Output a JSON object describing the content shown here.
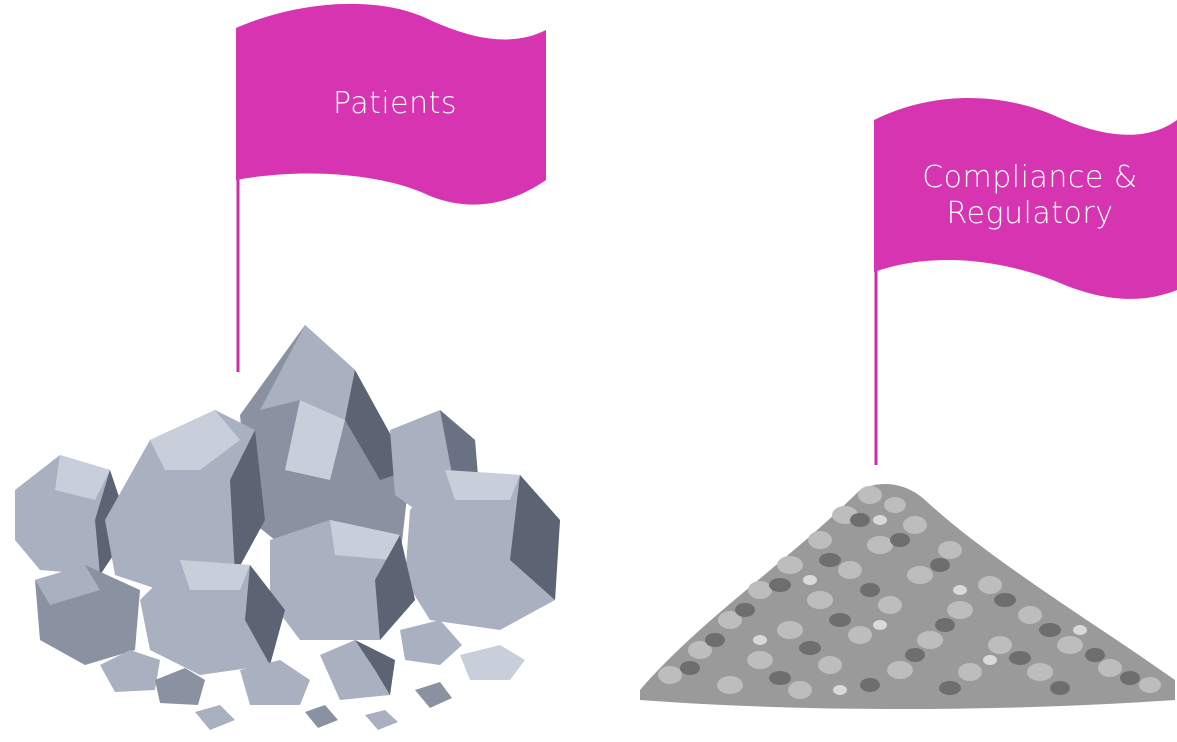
{
  "flags": {
    "left": {
      "label": "Patients"
    },
    "right": {
      "line1": "Compliance &",
      "line2": "Regulatory"
    }
  },
  "colors": {
    "flag": "#d634b0",
    "pole": "#cc2ea6",
    "rock_light": "#a9b0bf",
    "rock_mid": "#8a91a1",
    "rock_dark": "#5c6373",
    "rock_highlight": "#c9cfda",
    "pebble_light": "#bdbdbd",
    "pebble_dark": "#6e6e6e"
  },
  "icons": {
    "left_flag": "flag-icon",
    "right_flag": "flag-icon",
    "boulders": "boulder-pile-icon",
    "pebbles": "pebble-pile-icon"
  }
}
